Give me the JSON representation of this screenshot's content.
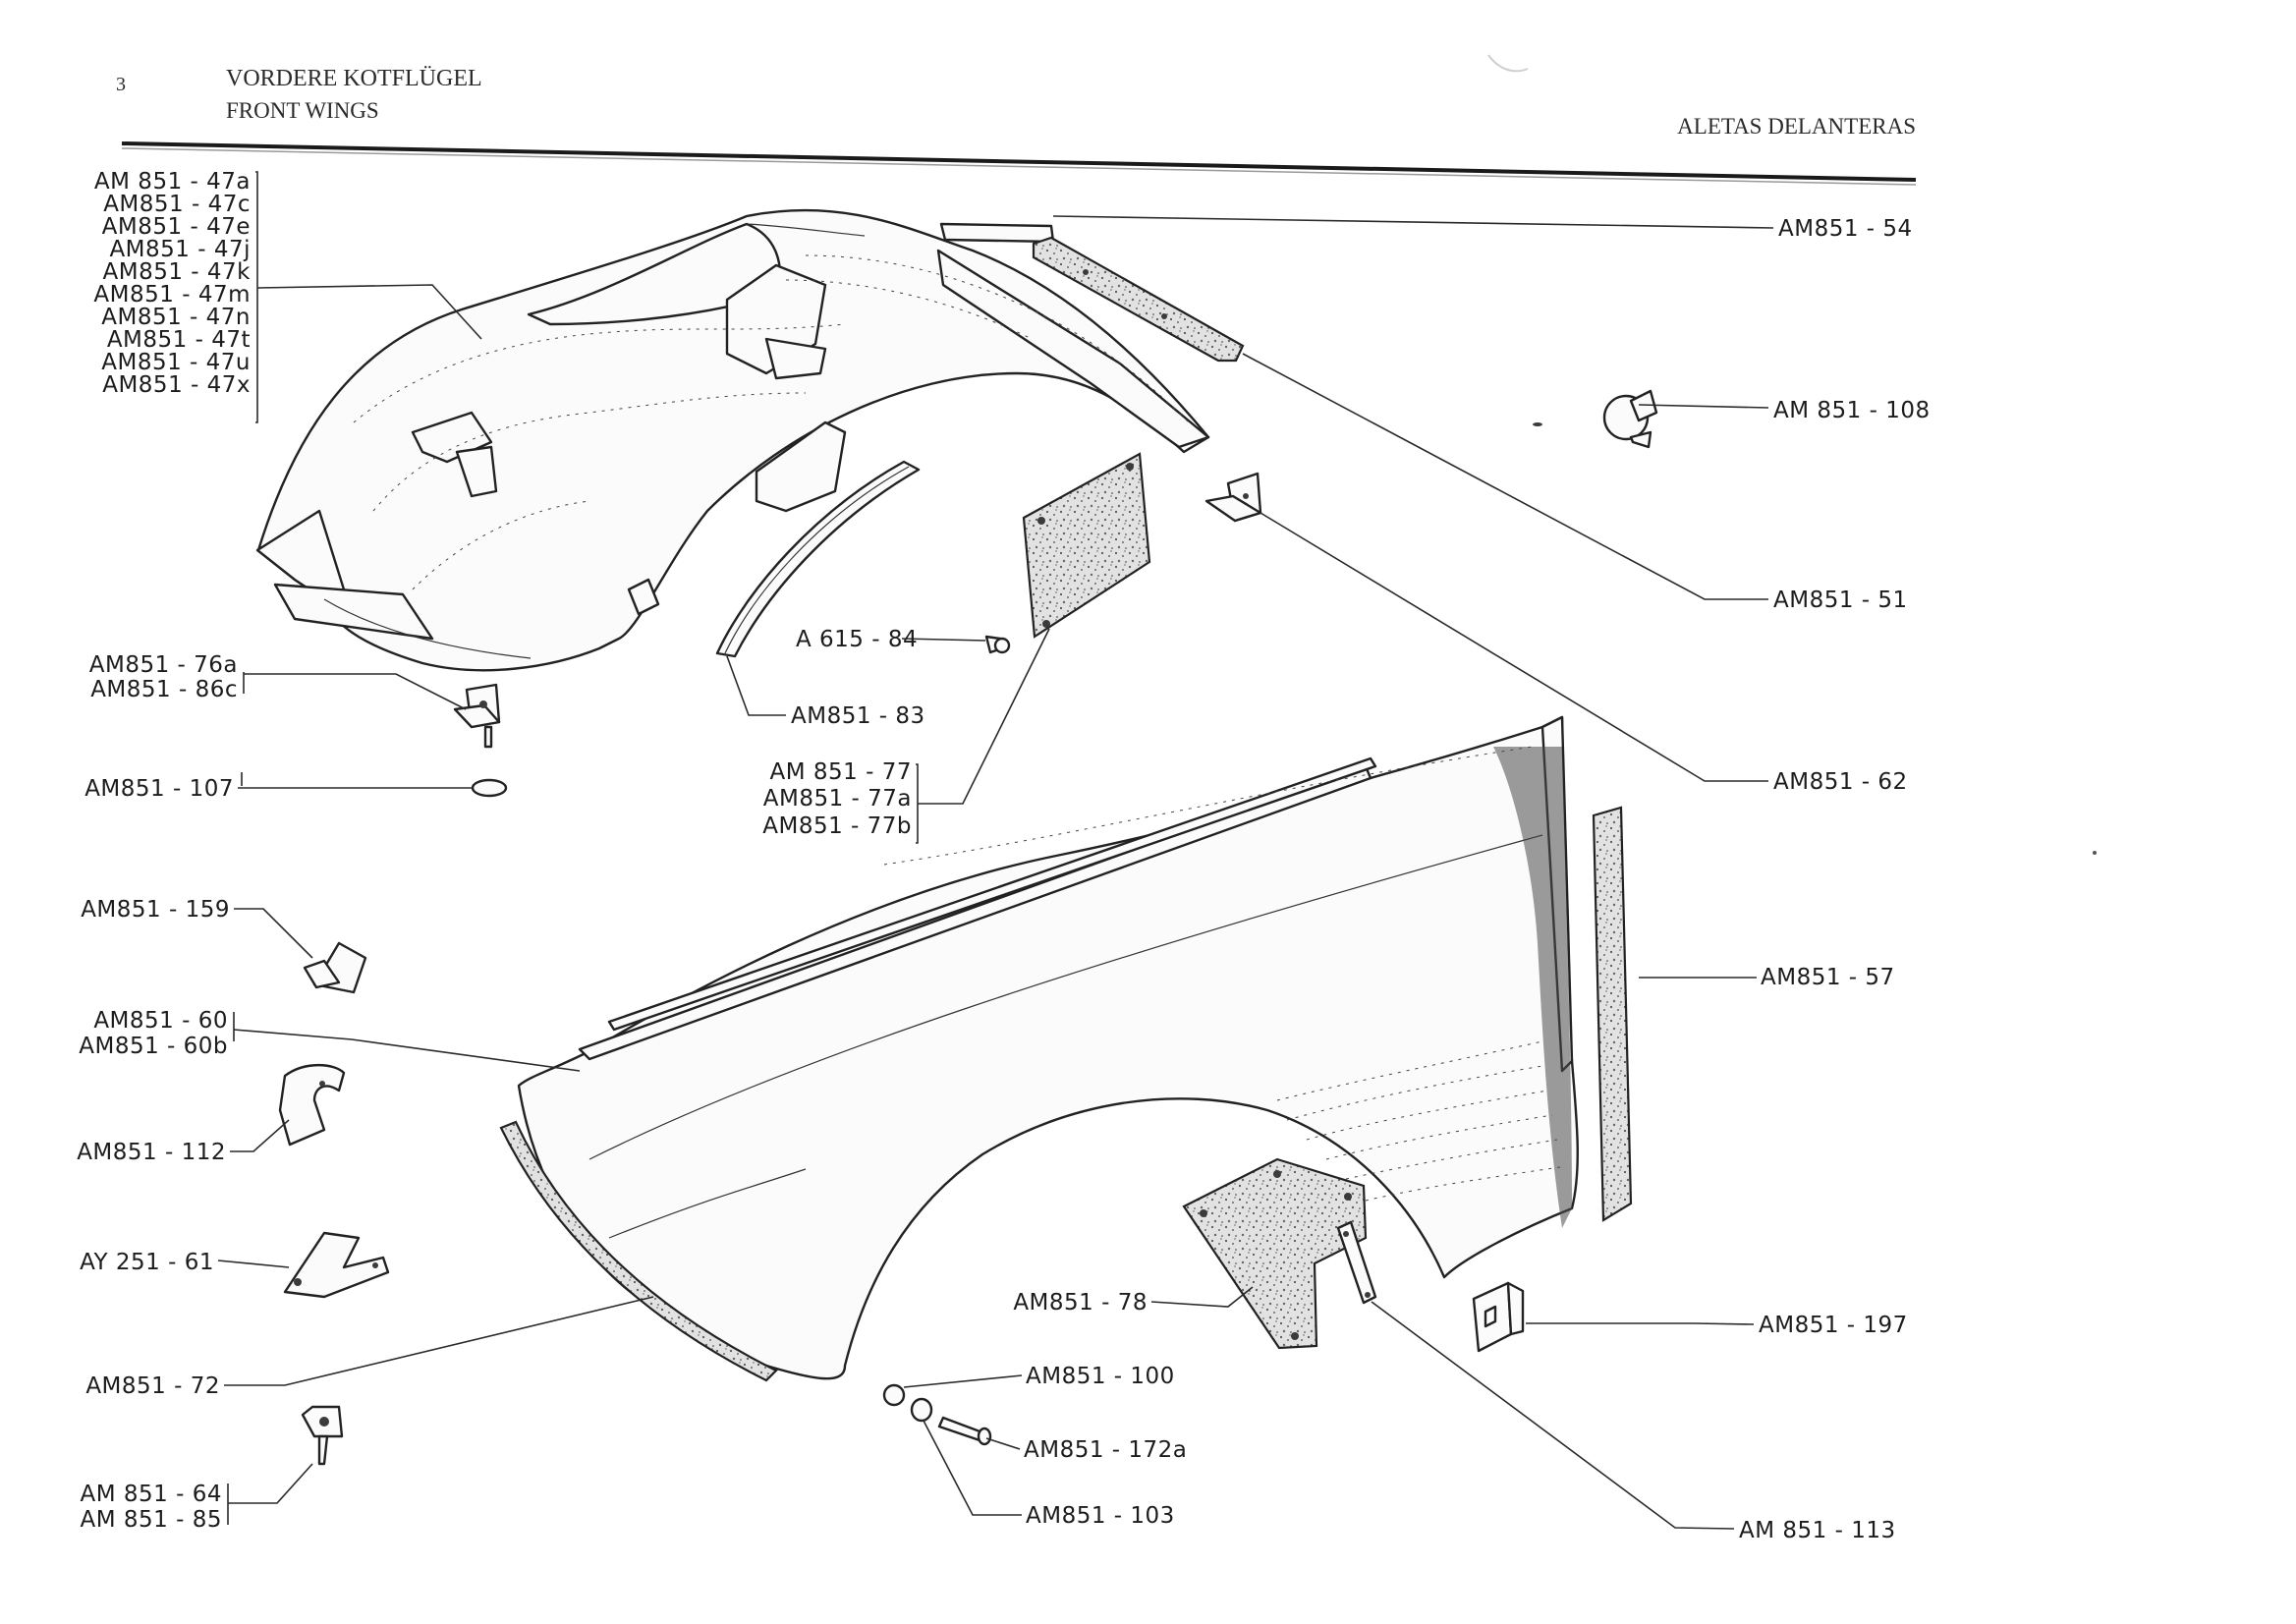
{
  "header": {
    "page_number": "3",
    "title_de": "VORDERE KOTFLÜGEL",
    "title_en": "FRONT WINGS",
    "title_es": "ALETAS DELANTERAS"
  },
  "group_inner_wing": [
    "AM 851 - 47a",
    "AM851 - 47c",
    "AM851 - 47e",
    "AM851 - 47j",
    "AM851 - 47k",
    "AM851 - 47m",
    "AM851 - 47n",
    "AM851 - 47t",
    "AM851 - 47u",
    "AM851 - 47x"
  ],
  "group_76": [
    "AM851 - 76a",
    "AM851 - 86c"
  ],
  "group_77": [
    "AM 851 - 77",
    "AM851 - 77a",
    "AM851 - 77b"
  ],
  "group_60": [
    "AM851 - 60",
    "AM851 - 60b"
  ],
  "group_64": [
    "AM 851 - 64",
    "AM 851 - 85"
  ],
  "labels": {
    "p54": "AM851 - 54",
    "p108": "AM 851 - 108",
    "p51": "AM851 - 51",
    "p62": "AM851 - 62",
    "p57": "AM851 - 57",
    "p197": "AM851 - 197",
    "p113": "AM 851 - 113",
    "p84": "A 615 - 84",
    "p83": "AM851 - 83",
    "p107": "AM851 - 107",
    "p159": "AM851 - 159",
    "p112": "AM851 - 112",
    "p61": "AY 251 - 61",
    "p72": "AM851 - 72",
    "p78": "AM851 - 78",
    "p100": "AM851 - 100",
    "p172": "AM851 - 172a",
    "p103": "AM851 - 103"
  }
}
